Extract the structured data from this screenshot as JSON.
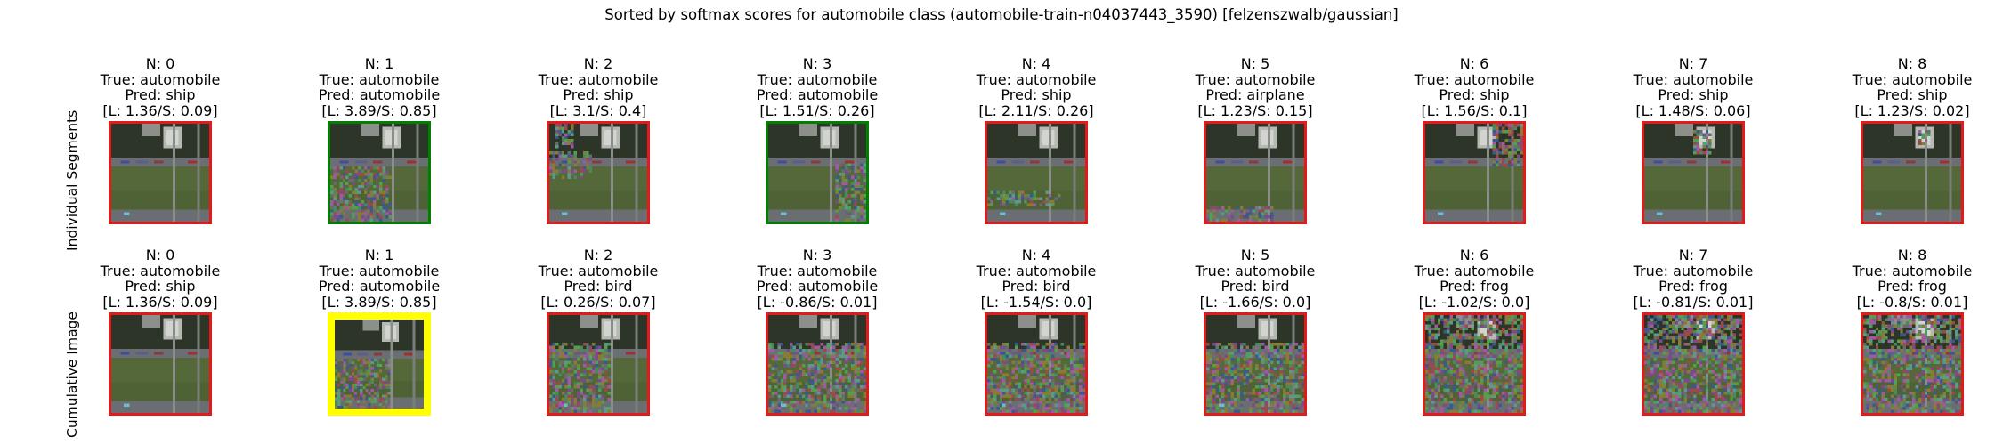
{
  "title": "Sorted by softmax scores for automobile class (automobile-train-n04037443_3590) [felzenszwalb/gaussian]",
  "colors": {
    "correct": "#008000",
    "incorrect": "#e31a1c",
    "best": "#ffff00"
  },
  "rows": [
    {
      "label": "Individual Segments",
      "panels": [
        {
          "n": "N: 0",
          "true": "True: automobile",
          "pred": "Pred: ship",
          "scores": "[L: 1.36/S: 0.09]",
          "border": "incorrect",
          "noise": "none"
        },
        {
          "n": "N: 1",
          "true": "True: automobile",
          "pred": "Pred: automobile",
          "scores": "[L: 3.89/S: 0.85]",
          "border": "correct",
          "noise": "lower-left"
        },
        {
          "n": "N: 2",
          "true": "True: automobile",
          "pred": "Pred: ship",
          "scores": "[L: 3.1/S: 0.4]",
          "border": "incorrect",
          "noise": "upper-left"
        },
        {
          "n": "N: 3",
          "true": "True: automobile",
          "pred": "Pred: automobile",
          "scores": "[L: 1.51/S: 0.26]",
          "border": "correct",
          "noise": "lower-right"
        },
        {
          "n": "N: 4",
          "true": "True: automobile",
          "pred": "Pred: ship",
          "scores": "[L: 2.11/S: 0.26]",
          "border": "incorrect",
          "noise": "grass-strip"
        },
        {
          "n": "N: 5",
          "true": "True: automobile",
          "pred": "Pred: airplane",
          "scores": "[L: 1.23/S: 0.15]",
          "border": "incorrect",
          "noise": "bottom"
        },
        {
          "n": "N: 6",
          "true": "True: automobile",
          "pred": "Pred: ship",
          "scores": "[L: 1.56/S: 0.1]",
          "border": "incorrect",
          "noise": "upper-right"
        },
        {
          "n": "N: 7",
          "true": "True: automobile",
          "pred": "Pred: ship",
          "scores": "[L: 1.48/S: 0.06]",
          "border": "incorrect",
          "noise": "sign"
        },
        {
          "n": "N: 8",
          "true": "True: automobile",
          "pred": "Pred: ship",
          "scores": "[L: 1.23/S: 0.02]",
          "border": "incorrect",
          "noise": "small-sign"
        }
      ]
    },
    {
      "label": "Cumulative Image",
      "panels": [
        {
          "n": "N: 0",
          "true": "True: automobile",
          "pred": "Pred: ship",
          "scores": "[L: 1.36/S: 0.09]",
          "border": "incorrect",
          "noise": "none"
        },
        {
          "n": "N: 1",
          "true": "True: automobile",
          "pred": "Pred: automobile",
          "scores": "[L: 3.89/S: 0.85]",
          "border": "best",
          "noise": "lower-left"
        },
        {
          "n": "N: 2",
          "true": "True: automobile",
          "pred": "Pred: bird",
          "scores": "[L: 0.26/S: 0.07]",
          "border": "incorrect",
          "noise": "cum2"
        },
        {
          "n": "N: 3",
          "true": "True: automobile",
          "pred": "Pred: automobile",
          "scores": "[L: -0.86/S: 0.01]",
          "border": "incorrect",
          "noise": "cum3"
        },
        {
          "n": "N: 4",
          "true": "True: automobile",
          "pred": "Pred: bird",
          "scores": "[L: -1.54/S: 0.0]",
          "border": "incorrect",
          "noise": "cum4"
        },
        {
          "n": "N: 5",
          "true": "True: automobile",
          "pred": "Pred: bird",
          "scores": "[L: -1.66/S: 0.0]",
          "border": "incorrect",
          "noise": "cum5"
        },
        {
          "n": "N: 6",
          "true": "True: automobile",
          "pred": "Pred: frog",
          "scores": "[L: -1.02/S: 0.0]",
          "border": "incorrect",
          "noise": "cum6"
        },
        {
          "n": "N: 7",
          "true": "True: automobile",
          "pred": "Pred: frog",
          "scores": "[L: -0.81/S: 0.01]",
          "border": "incorrect",
          "noise": "cum7"
        },
        {
          "n": "N: 8",
          "true": "True: automobile",
          "pred": "Pred: frog",
          "scores": "[L: -0.8/S: 0.01]",
          "border": "incorrect",
          "noise": "cum8"
        }
      ]
    }
  ]
}
